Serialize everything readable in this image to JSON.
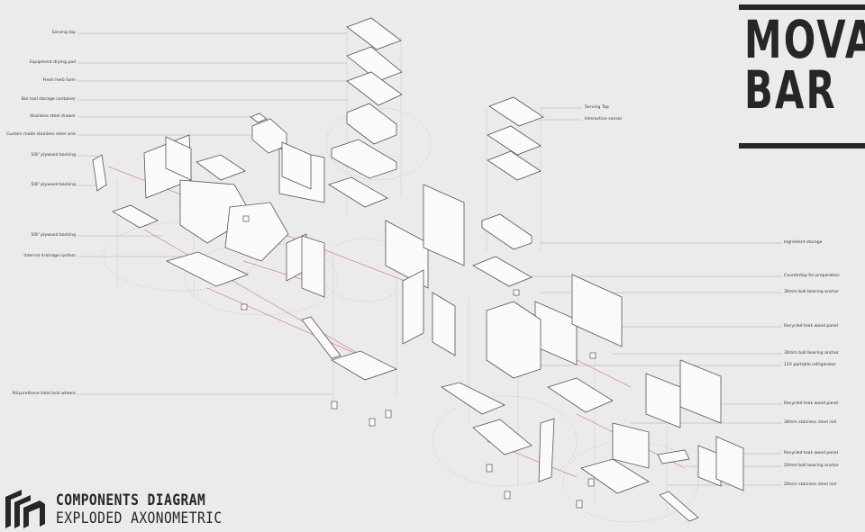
{
  "title": {
    "line1": "MOVA",
    "line2": "BAR"
  },
  "footer": {
    "heading": "COMPONENTS DIAGRAM",
    "subheading": "EXPLODED AXONOMETRIC"
  },
  "left_labels": [
    "Serving top",
    "Equipment drying pad",
    "Fresh herb farm",
    "Bar tool storage container",
    "Stainless steel drawer",
    "Custom made stainless steel sink",
    "5/8\" plywood backing",
    "5/8\" plywood backing",
    "5/8\" plywood backing",
    "Internal drainage system",
    "Polyurethane total lock wheels"
  ],
  "middle_labels": [
    "Serving Top",
    "Interactive sensor"
  ],
  "right_labels": [
    "Ingredient storage",
    "Countertop for preparation",
    "30mm ball bearing anchor",
    "Recycled teak wood panel",
    "30mm ball bearing anchor",
    "12V portable refrigerator",
    "Recycled teak wood panel",
    "30mm stainless steel rod",
    "Recycled teak wood panel",
    "20mm ball bearing anchor",
    "20mm stainless steel rod"
  ],
  "colors": {
    "ink": "#262626",
    "line": "#555555",
    "leader": "#9a9a9a",
    "redline": "#d24a4a",
    "bg": "#ebebeb"
  }
}
